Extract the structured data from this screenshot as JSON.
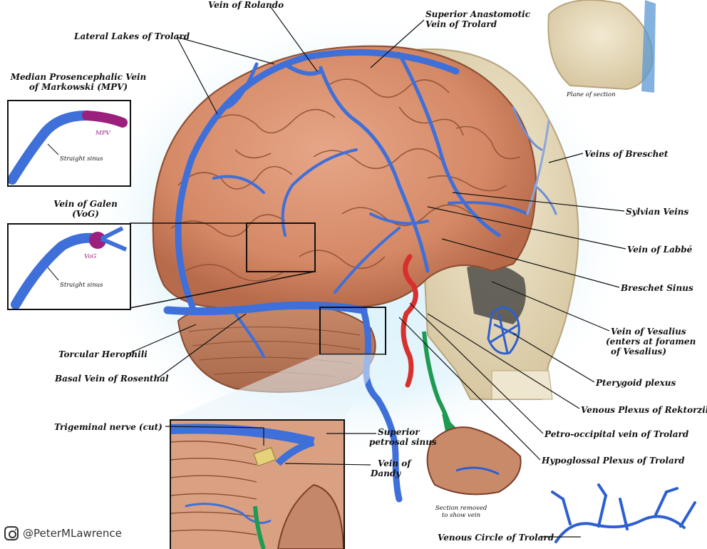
{
  "labels": {
    "vein_rolando": "Vein of Rolando",
    "superior_anastomotic_1": "Superior Anastomotic",
    "superior_anastomotic_2": "Vein of Trolard",
    "lateral_lakes": "Lateral Lakes of Trolard",
    "mpv_1": "Median Prosencephalic Vein",
    "mpv_2": "of Markowski (MPV)",
    "galen_1": "Vein of Galen",
    "galen_2": "(VoG)",
    "torcular": "Torcular Herophili",
    "basal_rosenthal": "Basal Vein of Rosenthal",
    "trigeminal": "Trigeminal nerve (cut)",
    "superior_petrosal_1": "Superior",
    "superior_petrosal_2": "petrosal sinus",
    "dandy_1": "Vein of",
    "dandy_2": "Dandy",
    "breschet_veins": "Veins of Breschet",
    "sylvian": "Sylvian Veins",
    "labbe": "Vein of Labbé",
    "breschet_sinus": "Breschet Sinus",
    "vesalius_1": "Vein of Vesalius",
    "vesalius_2": "(enters at foramen",
    "vesalius_3": "of Vesalius)",
    "pterygoid": "Pterygoid plexus",
    "rektorzik": "Venous Plexus of Rektorzik",
    "petro_occipital": "Petro-occipital vein of Trolard",
    "hypoglossal": "Hypoglossal Plexus of Trolard",
    "venous_circle": "Venous Circle of Trolard",
    "plane_of_section": "Plane of section",
    "section_removed_1": "Section removed",
    "section_removed_2": "to show vein",
    "mpv_tag": "MPV",
    "vog_tag": "VoG",
    "straight_sinus_1": "Straight sinus",
    "straight_sinus_2": "Straight sinus"
  },
  "credit": {
    "handle": "@PeterMLawrence",
    "icon": "instagram-icon"
  },
  "colors": {
    "vein": "#3f6fd8",
    "vein_dark": "#1d3f9e",
    "brain": "#d98f6f",
    "brain_dark": "#a45a3e",
    "bone": "#e9dfc4",
    "artery": "#d8302c",
    "nerve": "#1e9a52",
    "mpv": "#9b1f7c",
    "halo": "#c9e9f7"
  }
}
